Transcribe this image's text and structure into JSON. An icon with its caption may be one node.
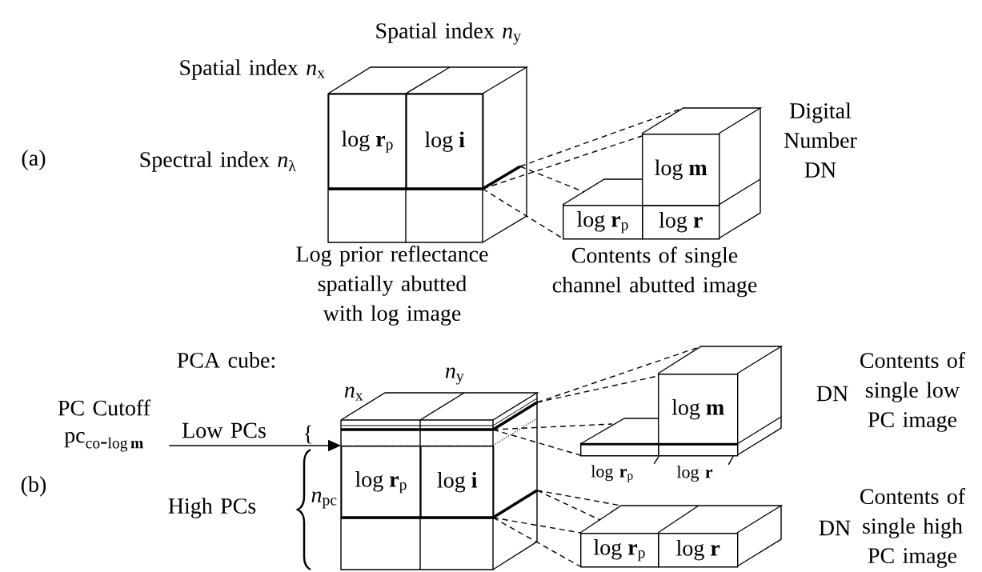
{
  "diagram": {
    "nodes": [
      {
        "text": [
          "log **r**$_{p}$"
        ]
      },
      {
        "text": [
          "log **i**"
        ]
      },
      {
        "text": [
          "log **r**$_{p}$"
        ]
      },
      {
        "text": [
          "log **r**"
        ]
      },
      {
        "text": [
          "log **m**"
        ]
      },
      {
        "text": [
          "PC Cutoff",
          "\\mathrm{pc}_{\\mathrm{co}\\mbox{-}\\mathrm{log}\\,\\mathbf{m}}"
        ]
      },
      {
        "text": [
          "log **r**$_{p}$"
        ]
      },
      {
        "text": [
          "log **i**"
        ]
      },
      {
        "text": [],
        "shape": "box"
      },
      {
        "text": [],
        "shape": "box"
      },
      {
        "text": [
          "log **m**"
        ]
      },
      {
        "text": [
          "log **r**$_{p}$"
        ]
      },
      {
        "text": [
          "log **r**"
        ]
      },
      {
        "text": [
          "log **r**$_{p}$"
        ]
      },
      {
        "text": [
          "log **r**"
        ]
      }
    ],
    "edges": [
      {
        "from": 5,
        "to": 6,
        "arrow": "to"
      },
      {
        "from": 11,
        "to": 8,
        "arrow": "none"
      },
      {
        "from": 12,
        "to": 9,
        "arrow": "none"
      }
    ],
    "labels": [
      "Spatial index *n*$_{y}$",
      "Spatial index *n*$_{x}$",
      "(a)",
      "Spectral index *n*$_{λ}$",
      "Digital Number DN",
      "Log prior reflectance spatially abutted with log image",
      "Contents of single channel abutted image",
      "PCA cube:",
      "*n*$_{x}$",
      "*n*$_{y}$",
      "Low PCs",
      "{",
      "(b)",
      "High PCs",
      "*n*$_{pc}$",
      "DN",
      "Contents of single low PC image",
      "DN",
      "Contents of single high PC image"
    ]
  }
}
